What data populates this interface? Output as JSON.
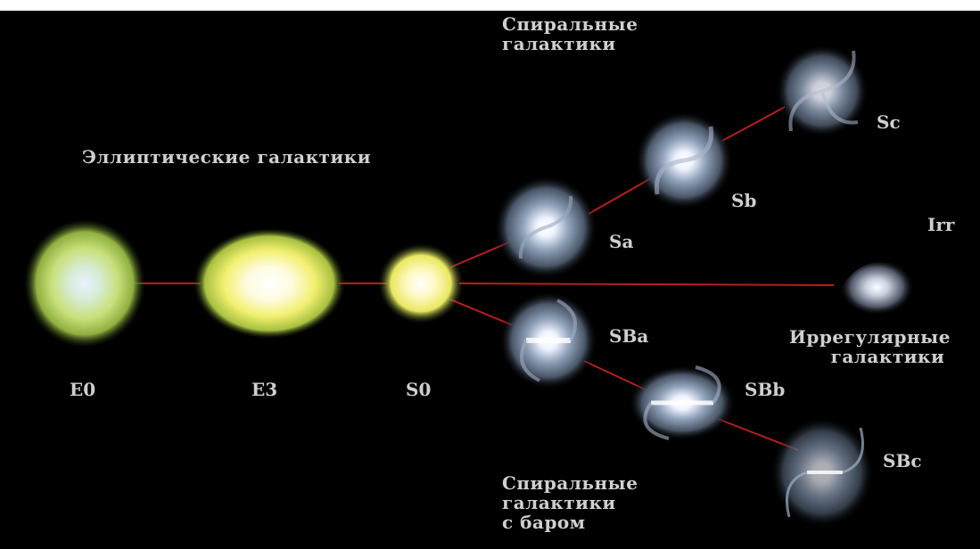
{
  "colors": {
    "background": "#000000",
    "page_margin": "#ffffff",
    "connector": "#b81e1e",
    "label": "#cfcfcf"
  },
  "groups": {
    "elliptical": "Эллиптические галактики",
    "spiral": [
      "Спиральные",
      "галактики"
    ],
    "barred_spiral": [
      "Спиральные",
      "галактики",
      "с баром"
    ],
    "irregular": [
      "Иррегулярные",
      "галактики"
    ]
  },
  "classes": {
    "E0": "E0",
    "E3": "E3",
    "S0": "S0",
    "Sa": "Sa",
    "Sb": "Sb",
    "Sc": "Sc",
    "SBa": "SBa",
    "SBb": "SBb",
    "SBc": "SBc",
    "Irr": "Irr"
  }
}
